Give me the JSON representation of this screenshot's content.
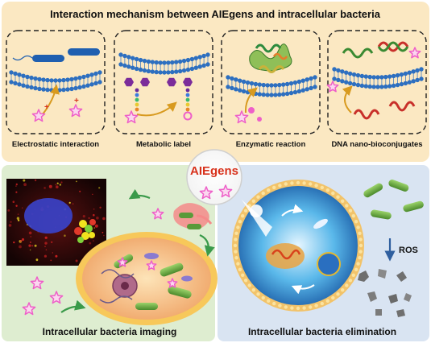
{
  "title": "Interaction mechanism between AIEgens and intracellular bacteria",
  "mechanisms": [
    {
      "label": "Electrostatic interaction"
    },
    {
      "label": "Metabolic label"
    },
    {
      "label": "Enzymatic reaction"
    },
    {
      "label": "DNA nano-bioconjugates"
    }
  ],
  "center_label": "AIEgens",
  "imaging_label": "Intracellular bacteria imaging",
  "elimination_label": "Intracellular bacteria elimination",
  "ros_label": "ROS",
  "charge_symbol": "+",
  "colors": {
    "top_panel_bg": "#fbe8c2",
    "bottom_left_bg": "#deedd0",
    "bottom_right_bg": "#d9e4f2",
    "membrane_blue": "#2d6fc0",
    "star_pink": "#ee5fc8",
    "arrow_orange": "#d89a1f",
    "arrow_green": "#3a9a4a",
    "aiegens_red": "#d8321c",
    "ros_blue": "#2f5f9f"
  }
}
